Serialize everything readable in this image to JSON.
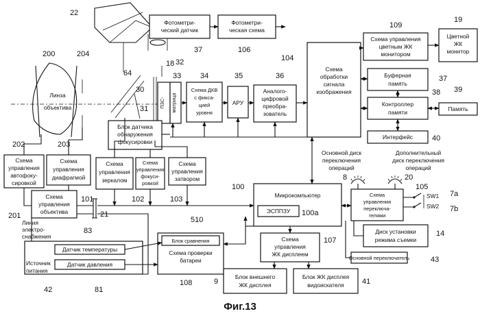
{
  "figure_caption": "Фиг.13",
  "boxes": {
    "photometric_sensor": [
      "Фотометри-",
      "ческий датчик"
    ],
    "photometric_circuit": [
      "Фотометри-",
      "ческая схема"
    ],
    "color_lcd_ctrl": [
      "Схема управления",
      "цветным ЖК",
      "монитором"
    ],
    "color_lcd_monitor": [
      "Цветной",
      "ЖК",
      "монитор"
    ],
    "image_processing": [
      "Схема",
      "обработки",
      "сигнала",
      "изображения"
    ],
    "buffer_memory": [
      "Буферная",
      "память"
    ],
    "memory_controller": [
      "Контроллер",
      "памяти"
    ],
    "memory": [
      "Память"
    ],
    "interface": [
      "Интерфейс"
    ],
    "ccd": [
      "ПЗС-",
      "матрица"
    ],
    "cds": [
      "Схема ДКВ",
      "с фикса-",
      "цией",
      "уровня"
    ],
    "agc": [
      "АРУ"
    ],
    "adc": [
      "Аналого-",
      "цифровой",
      "преобра-",
      "зователь"
    ],
    "focus_detect": [
      "Блок датчика",
      "обнаружения",
      "фокусировки"
    ],
    "lens_label": [
      "Линза",
      "объектива"
    ],
    "af_ctrl": [
      "Схема",
      "управления",
      "автофоку-",
      "сировкой"
    ],
    "aperture_ctrl": [
      "Схема",
      "управления",
      "диафрагмой"
    ],
    "lens_ctrl": [
      "Схема",
      "управления",
      "объектива"
    ],
    "mirror_ctrl": [
      "Схема",
      "управления",
      "зеркалом"
    ],
    "focus_ctrl": [
      "Схема",
      "управления",
      "фокуси-",
      "ровкой"
    ],
    "shutter_ctrl": [
      "Схема",
      "управления",
      "затвором"
    ],
    "microcomputer": [
      "Микрокомпьютер"
    ],
    "eeprom": [
      "ЭСППЗУ"
    ],
    "switch_ctrl": [
      "Схема",
      "управления",
      "переключа-",
      "телями"
    ],
    "mode_dial": [
      "Диск установки",
      "режима съемки"
    ],
    "main_switch": [
      "Основной переключатель"
    ],
    "lcd_ctrl": [
      "Схема",
      "управления",
      "ЖК дисплеем"
    ],
    "ext_lcd": [
      "Блок внешнего",
      "ЖК дисплея"
    ],
    "vf_lcd": [
      "Блок ЖК дисплея",
      "видоискателя"
    ],
    "comparator": [
      "Блок сравнения"
    ],
    "battery_check": [
      "Схема проверки",
      "батареи"
    ],
    "temp_sensor": [
      "Датчик температуры"
    ],
    "pressure_sensor": [
      "Датчик давления"
    ],
    "power_source": [
      "Источник",
      "питания"
    ]
  },
  "free_labels": {
    "main_dial": [
      "Основной диск",
      "переключения",
      "операций"
    ],
    "sub_dial": [
      "Дополнительный",
      "диск переключения",
      "операций"
    ],
    "power_line": [
      "Линия",
      "электро-",
      "снабжения"
    ],
    "sw1": "SW1",
    "sw2": "SW2"
  },
  "ref_numbers": {
    "n22": "22",
    "n37a": "37",
    "n106": "106",
    "n109": "109",
    "n19": "19",
    "n200": "200",
    "n204": "204",
    "n18": "18",
    "n32": "32",
    "n104": "104",
    "n37b": "37",
    "n38": "38",
    "n39": "39",
    "n64": "64",
    "n30": "30",
    "n33": "33",
    "n34": "34",
    "n35": "35",
    "n36": "36",
    "n31": "31",
    "n40": "40",
    "n202": "202",
    "n203": "203",
    "n8": "8",
    "n20": "20",
    "n105": "105",
    "n7a": "7a",
    "n7b": "7b",
    "n100": "100",
    "n100a": "100a",
    "n201": "201",
    "n101": "101",
    "n102": "102",
    "n103": "103",
    "n21": "21",
    "n510": "510",
    "n83": "83",
    "n107": "107",
    "n14": "14",
    "n43": "43",
    "n108": "108",
    "n9": "9",
    "n41": "41",
    "n42": "42",
    "n81": "81"
  }
}
